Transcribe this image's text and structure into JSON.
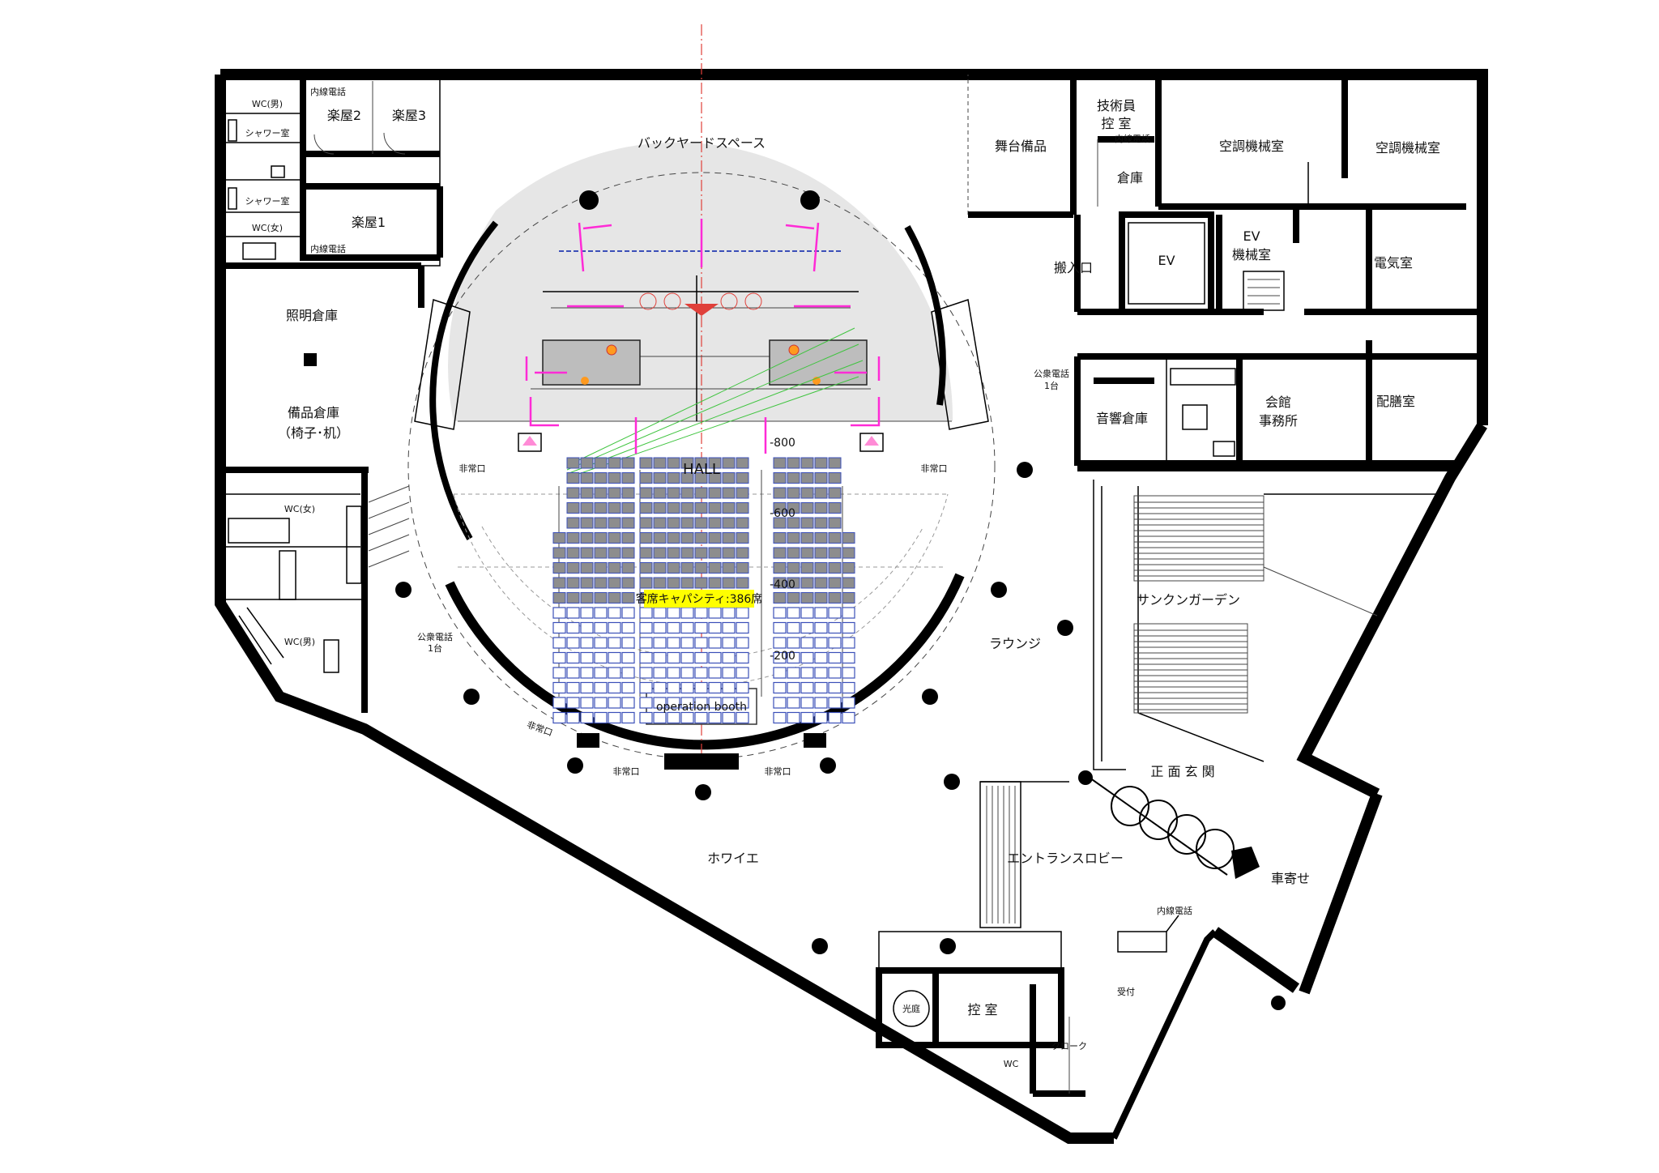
{
  "rooms": {
    "backyard": "バックヤードスペース",
    "hall": "HALL",
    "capacity": "客席キャパシティ:386席",
    "operation_booth": "operation booth",
    "gakuya1": "楽屋1",
    "gakuya2": "楽屋2",
    "gakuya3": "楽屋3",
    "wc_male_top": "WC(男)",
    "wc_female_top": "WC(女)",
    "shower1": "シャワー室",
    "shower2": "シャワー室",
    "naisen1": "内線電話",
    "naisen2": "内線電話",
    "naisen3": "内線電話",
    "naisen4": "内線電話",
    "lighting_storage": "照明倉庫",
    "equipment_storage": "備品倉庫",
    "equipment_storage_sub": "（椅子･机）",
    "wc_female_left": "WC(女)",
    "wc_male_left": "WC(男)",
    "public_phone_left": "公衆電話",
    "public_phone_left_count": "1台",
    "public_phone_right": "公衆電話",
    "public_phone_right_count": "1台",
    "exit_left_upper": "非常口",
    "exit_right_upper": "非常口",
    "exit_bottom_left": "非常口",
    "exit_bottom_center": "非常口",
    "exit_bottom_right": "非常口",
    "stage_props": "舞台備品",
    "tech_room_1": "技術員",
    "tech_room_2": "控 室",
    "warehouse": "倉庫",
    "ac_room1": "空調機械室",
    "ac_room2": "空調機械室",
    "loading": "搬入口",
    "ev": "EV",
    "ev_machine_1": "EV",
    "ev_machine_2": "機械室",
    "electric_room": "電気室",
    "sound_storage": "音響倉庫",
    "hall_office_1": "会館",
    "hall_office_2": "事務所",
    "serving_room": "配膳室",
    "sunken_garden": "サンクンガーデン",
    "lounge": "ラウンジ",
    "front_entrance": "正 面 玄 関",
    "entrance_lobby": "エントランスロビー",
    "foyer": "ホワイエ",
    "car_approach": "車寄せ",
    "lightwell": "光庭",
    "waiting_room": "控 室",
    "wc_bottom": "WC",
    "cloak": "クローク",
    "reception": "受付"
  },
  "levels": {
    "l800": "-800",
    "l600": "-600",
    "l400": "-400",
    "l200": "-200"
  }
}
